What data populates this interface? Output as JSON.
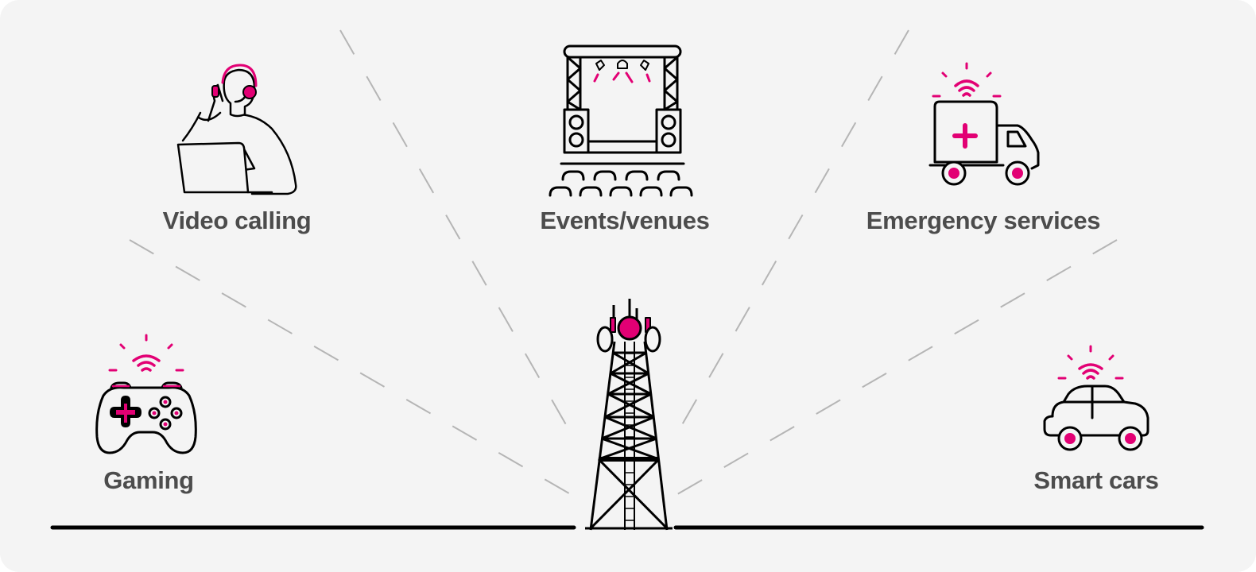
{
  "title": "5G network use cases radiating from a cell tower",
  "colors": {
    "background": "#f4f4f4",
    "accent": "#e20074",
    "line": "#000000",
    "ray": "#b5b5b5",
    "label": "#4c4c4c"
  },
  "center": {
    "icon": "cell-tower-icon"
  },
  "use_cases": [
    {
      "label": "Video calling",
      "icon": "person-headset-laptop-icon"
    },
    {
      "label": "Events/venues",
      "icon": "stage-with-seats-icon"
    },
    {
      "label": "Emergency services",
      "icon": "ambulance-wifi-icon"
    },
    {
      "label": "Gaming",
      "icon": "game-controller-wifi-icon"
    },
    {
      "label": "Smart cars",
      "icon": "car-wifi-icon"
    }
  ]
}
